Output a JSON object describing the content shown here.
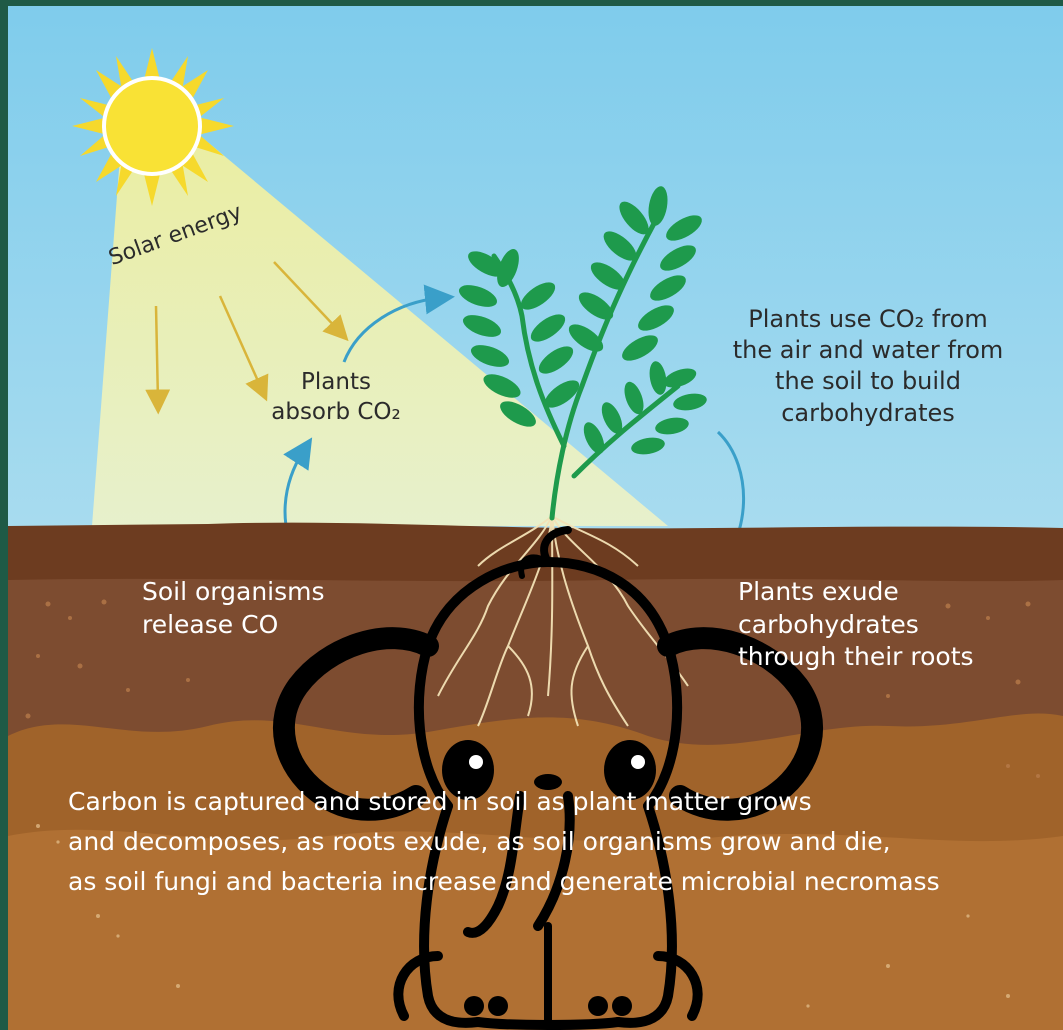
{
  "labels": {
    "solar_energy": "Solar energy",
    "plants_absorb": [
      "Plants",
      "absorb CO₂"
    ],
    "plants_use": [
      "Plants use CO₂ from",
      "the air and water from",
      "the soil to build",
      "carbohydrates"
    ],
    "soil_release": [
      "Soil organisms",
      "release CO"
    ],
    "plants_exude": [
      "Plants exude",
      "carbohydrates",
      "through their roots"
    ],
    "carbon_stored": [
      "Carbon is captured and stored in soil as plant matter grows",
      "and decomposes, as roots exude, as soil organisms grow and die,",
      "as soil fungi and bacteria increase and generate microbial necromass"
    ]
  },
  "colors": {
    "sky": "#86cde8",
    "sun": "#f9e235",
    "beam": "#eef0b0",
    "arrow_yellow": "#d9b53a",
    "arrow_blue": "#3a9fc9",
    "soil_top": "#6d3c20",
    "soil_mid": "#7a4a2e",
    "soil_bottom": "#a8692a",
    "leaf": "#1e9a4c",
    "elephant": "#000000"
  },
  "icons": [
    "sun-icon",
    "plant-icon",
    "roots-icon",
    "elephant-icon"
  ]
}
